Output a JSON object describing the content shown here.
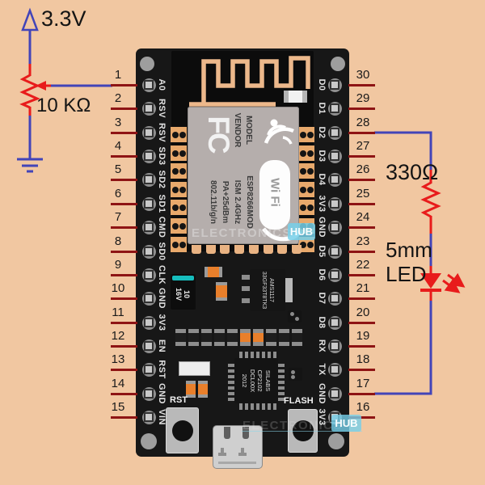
{
  "circuit": {
    "power_label": "3.3V",
    "potentiometer_label": "10 KΩ",
    "resistor_label": "330Ω",
    "led_label_line1": "5mm",
    "led_label_line2": "LED"
  },
  "board": {
    "left_pins": [
      {
        "num": "1",
        "label": "A0"
      },
      {
        "num": "2",
        "label": "RSV"
      },
      {
        "num": "3",
        "label": "RSV"
      },
      {
        "num": "4",
        "label": "SD3"
      },
      {
        "num": "5",
        "label": "SD2"
      },
      {
        "num": "6",
        "label": "SD1"
      },
      {
        "num": "7",
        "label": "CMD"
      },
      {
        "num": "8",
        "label": "SD0"
      },
      {
        "num": "9",
        "label": "CLK"
      },
      {
        "num": "10",
        "label": "GND"
      },
      {
        "num": "11",
        "label": "3V3"
      },
      {
        "num": "12",
        "label": "EN"
      },
      {
        "num": "13",
        "label": "RST"
      },
      {
        "num": "14",
        "label": "GND"
      },
      {
        "num": "15",
        "label": "VIN"
      }
    ],
    "right_pins": [
      {
        "num": "30",
        "label": "D0"
      },
      {
        "num": "29",
        "label": "D1"
      },
      {
        "num": "28",
        "label": "D2"
      },
      {
        "num": "27",
        "label": "D3"
      },
      {
        "num": "26",
        "label": "D4"
      },
      {
        "num": "25",
        "label": "3V3"
      },
      {
        "num": "24",
        "label": "GND"
      },
      {
        "num": "23",
        "label": "D5"
      },
      {
        "num": "22",
        "label": "D6"
      },
      {
        "num": "21",
        "label": "D7"
      },
      {
        "num": "20",
        "label": "D8"
      },
      {
        "num": "19",
        "label": "RX"
      },
      {
        "num": "18",
        "label": "TX"
      },
      {
        "num": "17",
        "label": "GND"
      },
      {
        "num": "16",
        "label": "3V3"
      }
    ],
    "module": {
      "fc_logo": "FC",
      "shield_top_lines": [
        "MODEL",
        "VENDOR"
      ],
      "shield_main_lines": [
        "ESP8266MOD",
        "ISM 2.4GHz",
        "PA+25dBm",
        "802.11b/g/n"
      ],
      "wifi_badge": "Wi Fi"
    },
    "components": {
      "capacitor_lines": [
        "10",
        "16V"
      ],
      "regulator_lines": [
        "AMS1117",
        "33GF33T8TK3"
      ],
      "usb_chip_lines": [
        "SILABS",
        "CP2102",
        "DCL00X",
        "2012"
      ],
      "rst_button": "RST",
      "flash_button": "FLASH"
    },
    "watermark": {
      "text": "ELECTRONICS",
      "hub": "HUB"
    }
  },
  "colors": {
    "background": "#f1c7a1",
    "board": "#171717",
    "wire_blue": "#4244b8",
    "wire_red": "#e81b1b",
    "pin_stub_maroon": "#8e1414",
    "antenna_tan": "#ecb88b",
    "shield_gray": "#b5aeac",
    "smd_orange": "#e87f2b",
    "cap_teal": "#16bdbd",
    "watermark_cyan": "#76d0ea"
  }
}
